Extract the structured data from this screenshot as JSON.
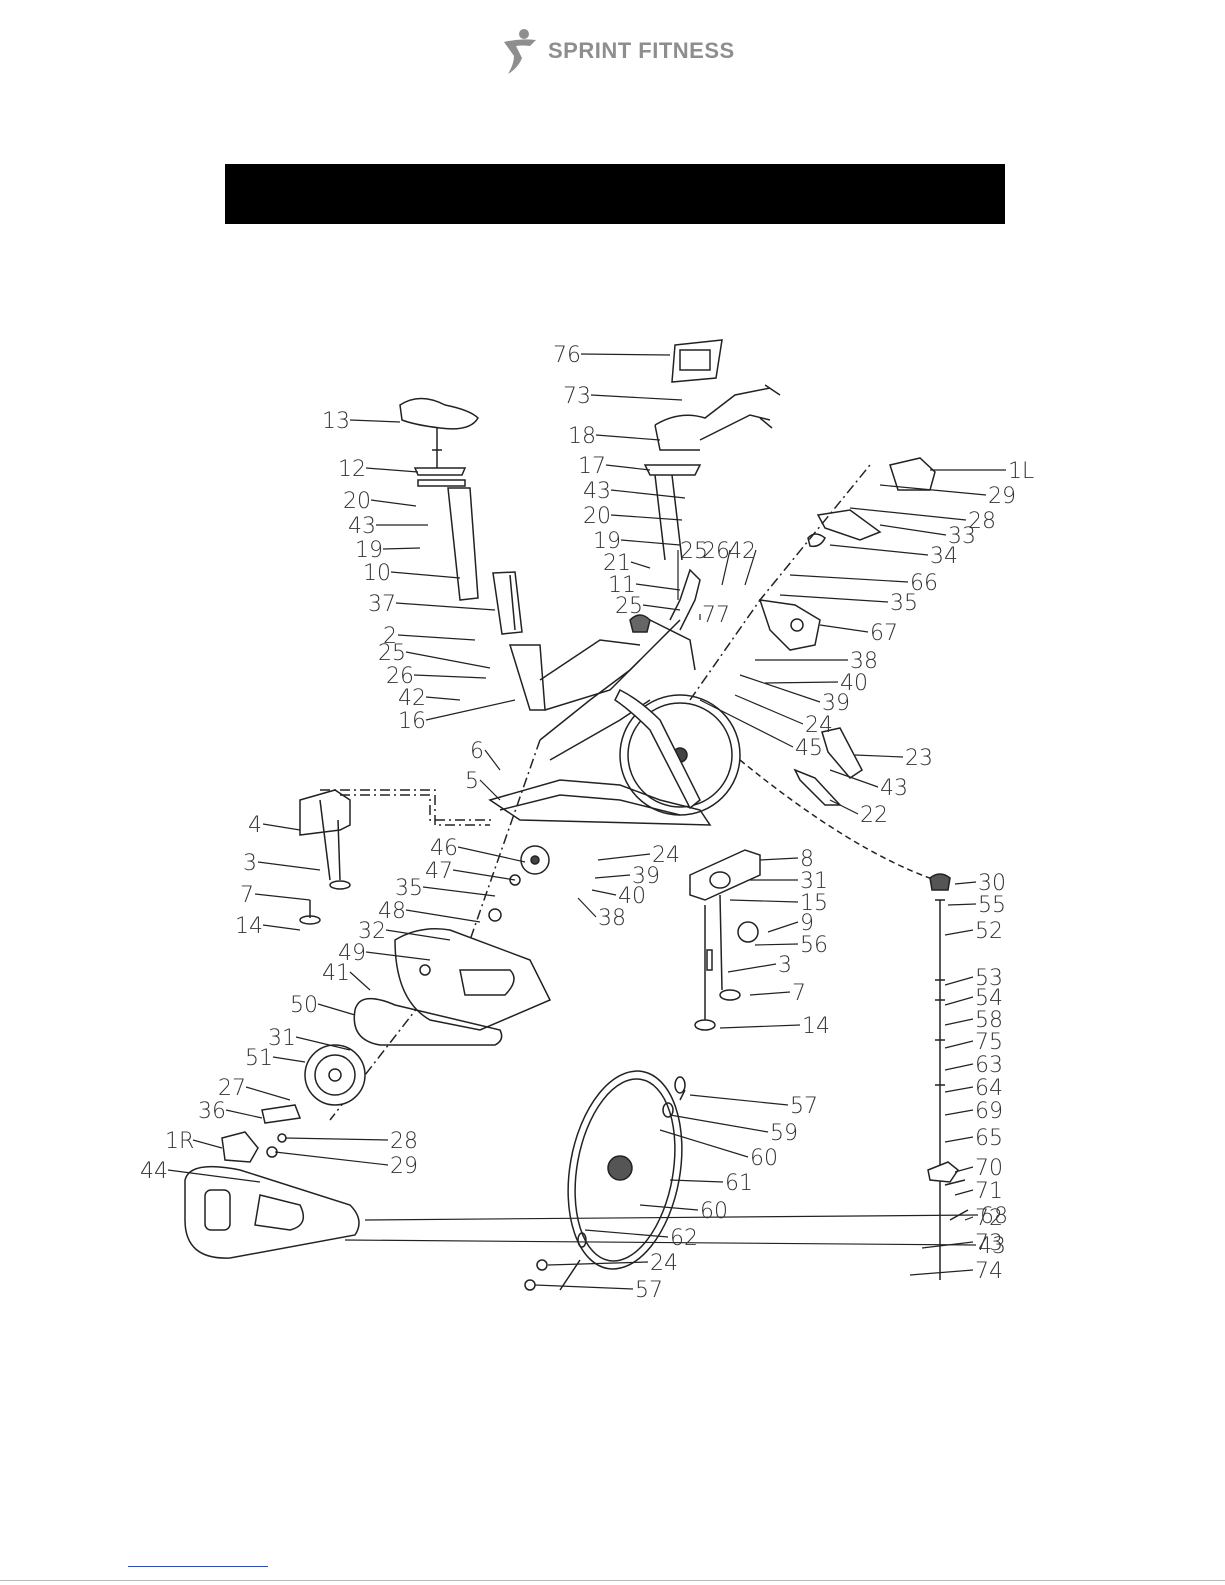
{
  "brand": {
    "name": "SPRINT FITNESS",
    "logo_icon": "running-figure-icon",
    "color": "#8e8e8e"
  },
  "banner": {
    "color": "#000000",
    "text": ""
  },
  "diagram": {
    "labels": [
      "76",
      "73",
      "18",
      "17",
      "43",
      "20",
      "19",
      "21",
      "25",
      "26",
      "42",
      "11",
      "25",
      "77",
      "13",
      "12",
      "20",
      "43",
      "19",
      "10",
      "37",
      "2",
      "25",
      "26",
      "42",
      "16",
      "1L",
      "29",
      "28",
      "33",
      "34",
      "66",
      "35",
      "67",
      "38",
      "40",
      "39",
      "24",
      "45",
      "23",
      "43",
      "22",
      "6",
      "5",
      "4",
      "3",
      "7",
      "14",
      "46",
      "47",
      "35",
      "48",
      "32",
      "49",
      "41",
      "50",
      "31",
      "51",
      "27",
      "36",
      "1R",
      "44",
      "28",
      "29",
      "68",
      "43",
      "24",
      "39",
      "40",
      "38",
      "8",
      "31",
      "15",
      "9",
      "56",
      "3",
      "7",
      "14",
      "30",
      "55",
      "52",
      "53",
      "54",
      "58",
      "75",
      "63",
      "64",
      "69",
      "65",
      "70",
      "71",
      "72",
      "73",
      "74",
      "57",
      "59",
      "60",
      "61",
      "60",
      "62",
      "24",
      "57"
    ]
  }
}
